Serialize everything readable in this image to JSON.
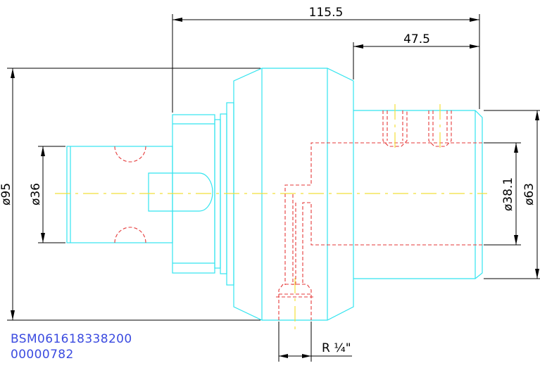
{
  "dimensions": {
    "overall_length": "115.5",
    "flange_to_end": "47.5",
    "flange_diameter": "ø95",
    "shank_diameter": "ø36",
    "bore_diameter": "ø38.1",
    "body_diameter": "ø63",
    "coolant_thread": "R ¼\""
  },
  "part_info": {
    "part_number": "BSM061618338200",
    "serial": "00000782"
  },
  "colors": {
    "outline": "#33e4ef",
    "hidden_lines": "#e53a3a",
    "center_lines": "#f2df3a",
    "dimensions": "#000000",
    "id_text": "#3b4be0"
  }
}
